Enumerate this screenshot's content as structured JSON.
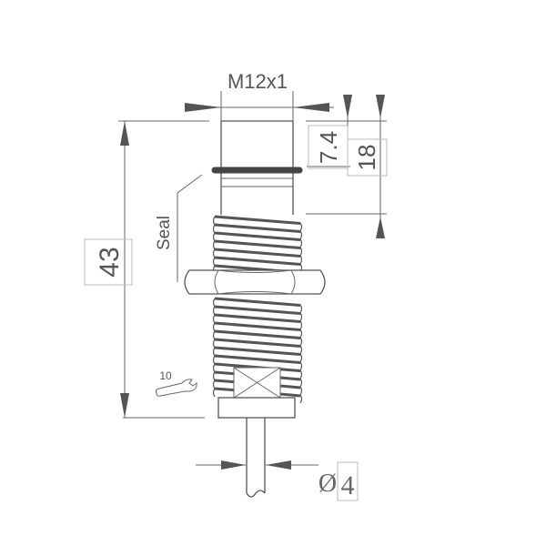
{
  "dimensions": {
    "thread": "M12x1",
    "total_length": "43",
    "dim_7_4": "7.4",
    "dim_18": "18",
    "cable_diameter_symbol": "Ø",
    "cable_diameter": "4",
    "seal_label": "Seal",
    "wrench_size": "10"
  },
  "icons": {
    "wrench": "wrench-icon"
  },
  "colors": {
    "line": "#555555"
  }
}
